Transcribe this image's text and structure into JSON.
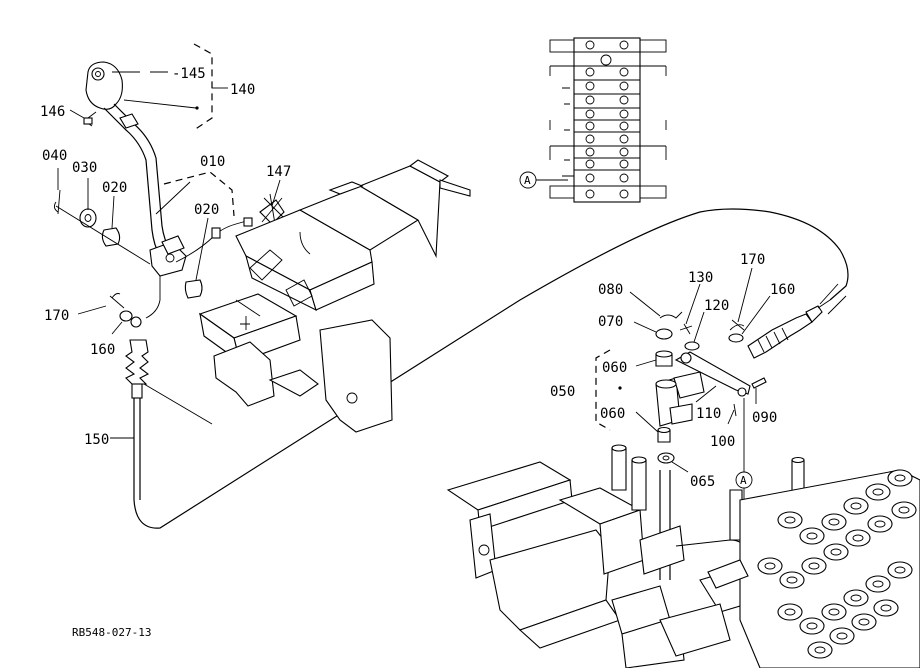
{
  "labels": {
    "p145": "-145",
    "p140": "140",
    "p146": "146",
    "p040": "040",
    "p030": "030",
    "p020a": "020",
    "p010": "010",
    "p020b": "020",
    "p147": "147",
    "p170a": "170",
    "p160a": "160",
    "p150": "150",
    "p080": "080",
    "p130": "130",
    "p170b": "170",
    "p160b": "160",
    "p120": "120",
    "p070": "070",
    "p060a": "060",
    "p050": "050",
    "p110": "110",
    "p090": "090",
    "p060b": "060",
    "p100": "100",
    "p065": "065",
    "refA1": "A",
    "refA2": "A"
  },
  "drawing_code": "RB548-027-13"
}
